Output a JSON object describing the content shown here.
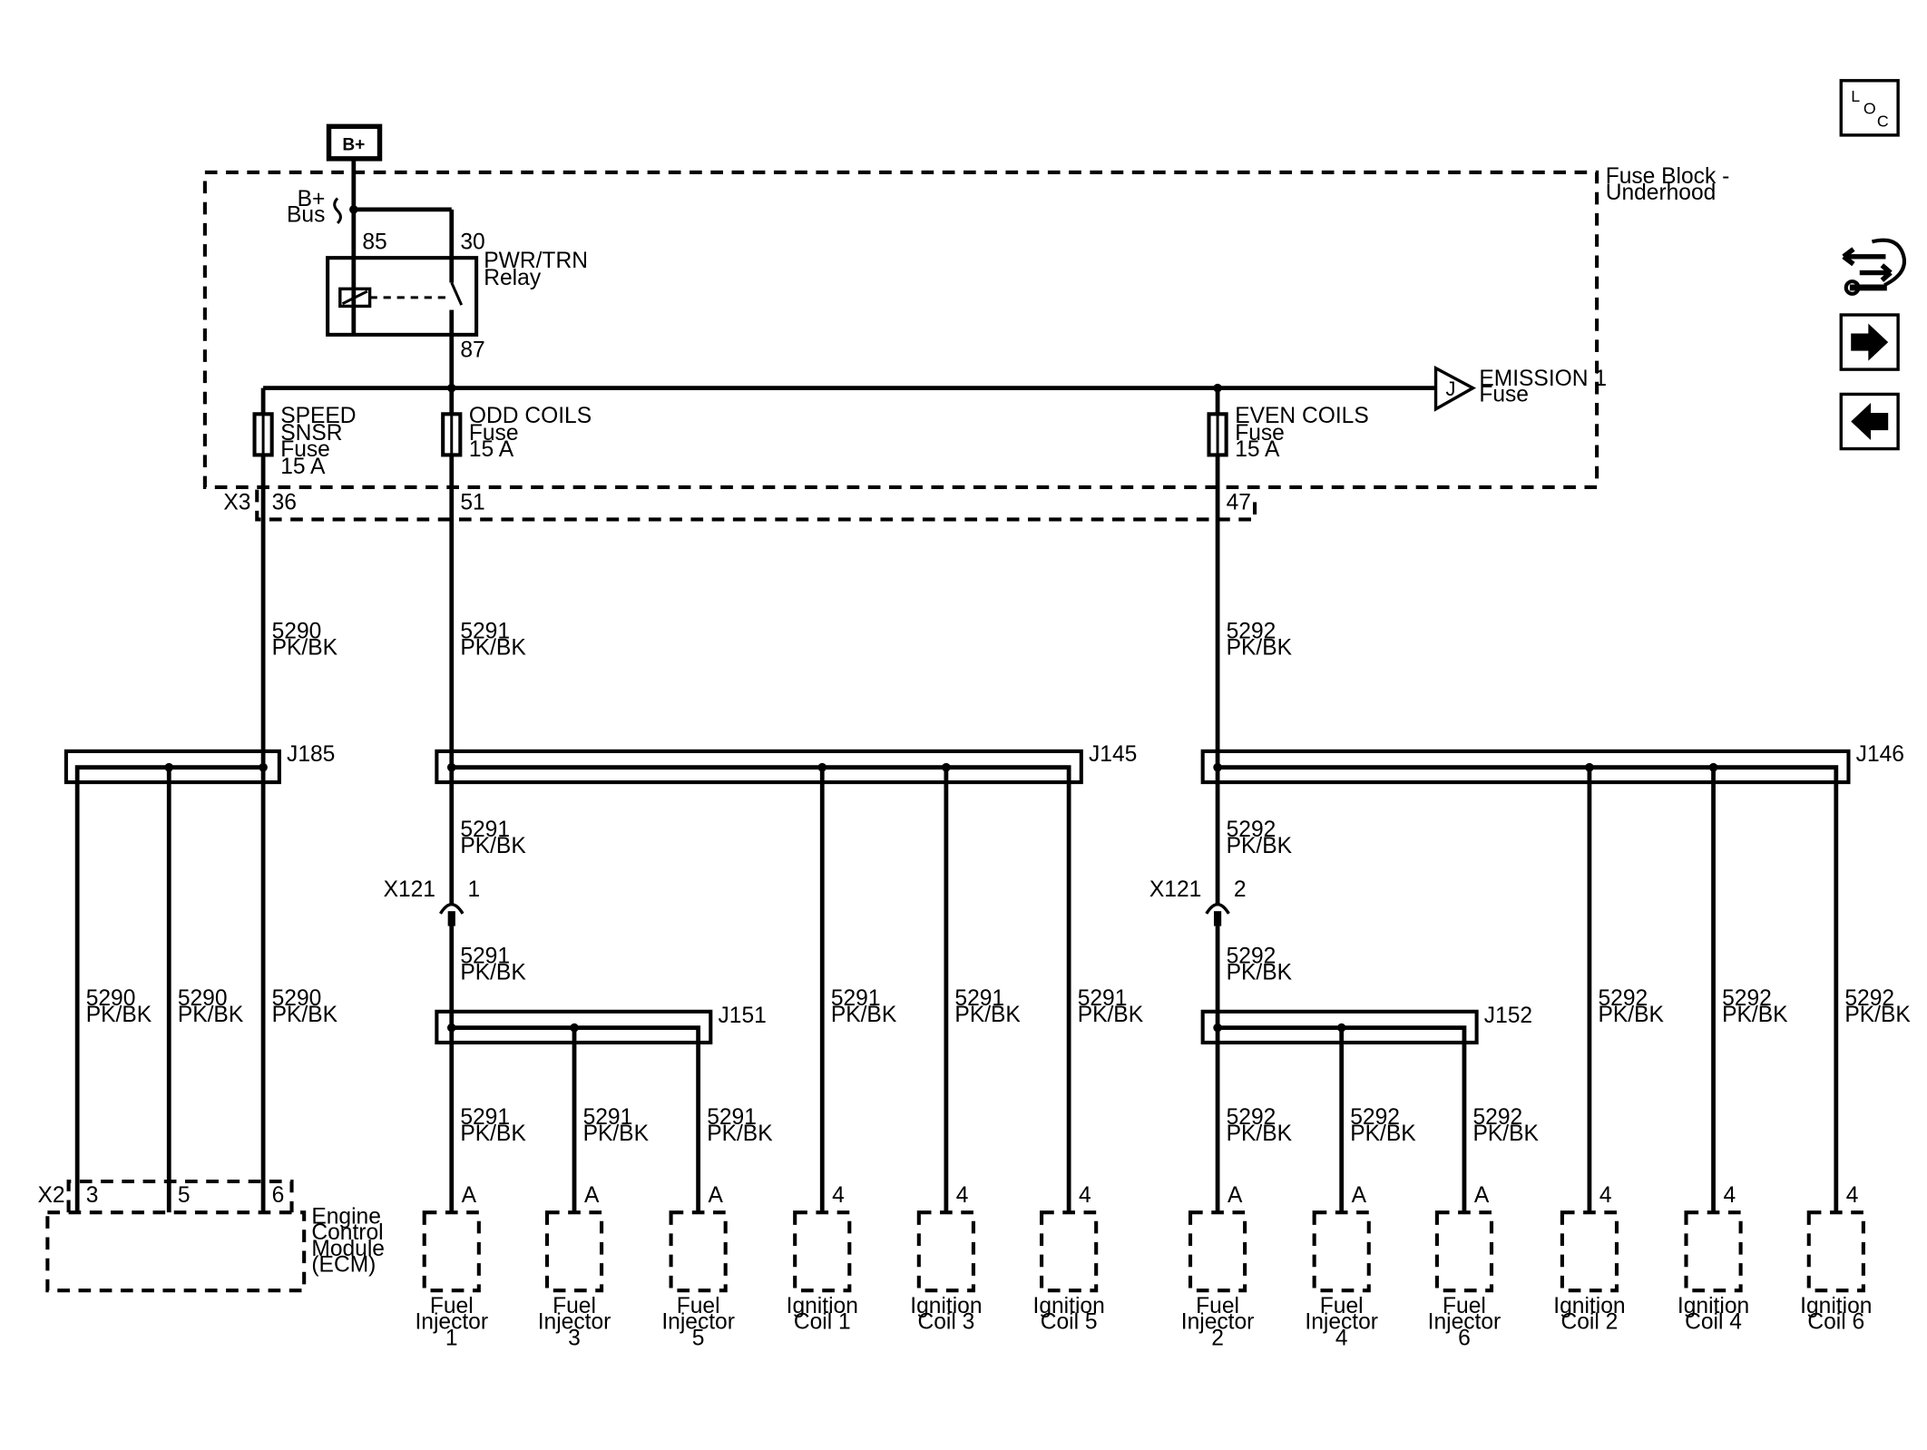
{
  "power": {
    "bplus_label": "B+",
    "bus_label_1": "B+",
    "bus_label_2": "Bus"
  },
  "fuse_block": {
    "line1": "Fuse Block -",
    "line2": "Underhood"
  },
  "relay": {
    "name_1": "PWR/TRN",
    "name_2": "Relay",
    "pin_85": "85",
    "pin_30": "30",
    "pin_87": "87"
  },
  "fuses": {
    "speed": {
      "l1": "SPEED",
      "l2": "SNSR",
      "l3": "Fuse",
      "l4": "15 A"
    },
    "odd": {
      "l1": "ODD COILS",
      "l2": "Fuse",
      "l3": "15 A"
    },
    "even": {
      "l1": "EVEN COILS",
      "l2": "Fuse",
      "l3": "15 A"
    },
    "emission": {
      "letter": "J",
      "l1": "EMISSION 1",
      "l2": "Fuse"
    }
  },
  "x3": {
    "label": "X3",
    "pins": [
      "36",
      "51",
      "47"
    ]
  },
  "circuits": {
    "c5290": {
      "num": "5290",
      "color": "PK/BK"
    },
    "c5291": {
      "num": "5291",
      "color": "PK/BK"
    },
    "c5292": {
      "num": "5292",
      "color": "PK/BK"
    }
  },
  "splices": {
    "j185": "J185",
    "j145": "J145",
    "j146": "J146",
    "j151": "J151",
    "j152": "J152"
  },
  "x121": {
    "label": "X121",
    "pin1": "1",
    "pin2": "2"
  },
  "ecm": {
    "conn": "X2",
    "pins": [
      "3",
      "5",
      "6"
    ],
    "l1": "Engine",
    "l2": "Control",
    "l3": "Module",
    "l4": "(ECM)"
  },
  "components": [
    {
      "pin": "A",
      "l1": "Fuel",
      "l2": "Injector",
      "l3": "1"
    },
    {
      "pin": "A",
      "l1": "Fuel",
      "l2": "Injector",
      "l3": "3"
    },
    {
      "pin": "A",
      "l1": "Fuel",
      "l2": "Injector",
      "l3": "5"
    },
    {
      "pin": "4",
      "l1": "Ignition",
      "l2": "Coil 1",
      "l3": ""
    },
    {
      "pin": "4",
      "l1": "Ignition",
      "l2": "Coil 3",
      "l3": ""
    },
    {
      "pin": "4",
      "l1": "Ignition",
      "l2": "Coil 5",
      "l3": ""
    },
    {
      "pin": "A",
      "l1": "Fuel",
      "l2": "Injector",
      "l3": "2"
    },
    {
      "pin": "A",
      "l1": "Fuel",
      "l2": "Injector",
      "l3": "4"
    },
    {
      "pin": "A",
      "l1": "Fuel",
      "l2": "Injector",
      "l3": "6"
    },
    {
      "pin": "4",
      "l1": "Ignition",
      "l2": "Coil 2",
      "l3": ""
    },
    {
      "pin": "4",
      "l1": "Ignition",
      "l2": "Coil 4",
      "l3": ""
    },
    {
      "pin": "4",
      "l1": "Ignition",
      "l2": "Coil 6",
      "l3": ""
    }
  ],
  "nav": {
    "loc_l": "L",
    "loc_o": "O",
    "loc_c": "C",
    "icons": [
      "connector-tool-icon",
      "arrow-right-icon",
      "arrow-left-icon"
    ]
  }
}
